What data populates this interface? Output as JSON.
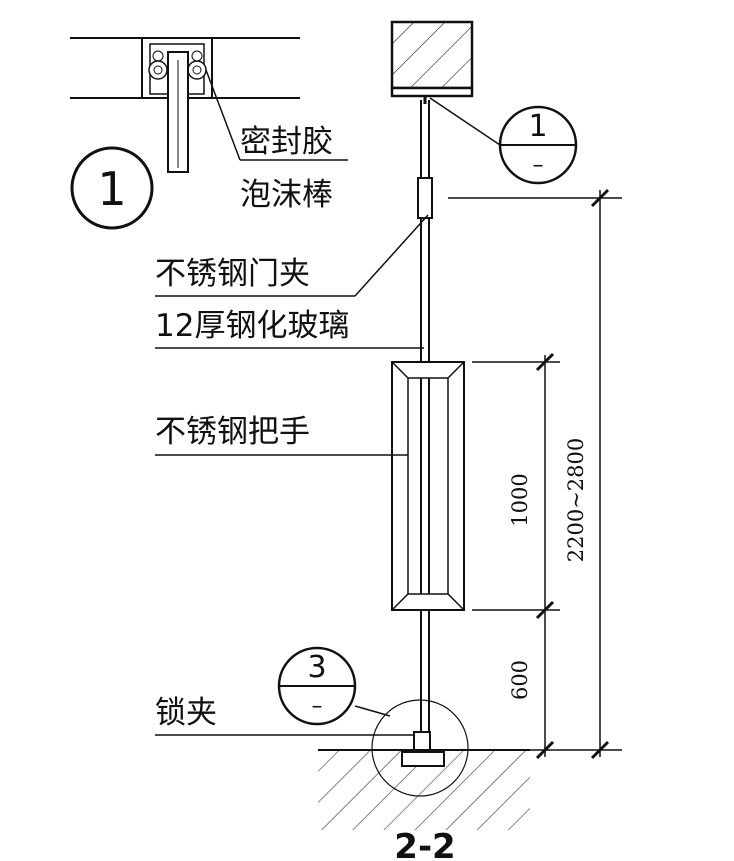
{
  "drawing": {
    "section_title": "2-2",
    "detail_marker": "1",
    "labels": {
      "sealant": "密封胶",
      "foam_rod": "泡沫棒",
      "door_clamp": "不锈钢门夹",
      "glass": "12厚钢化玻璃",
      "handle": "不锈钢把手",
      "lock_clamp": "锁夹"
    },
    "callouts": [
      {
        "number": "1",
        "sheet": "–"
      },
      {
        "number": "3",
        "sheet": "–"
      }
    ],
    "dimensions": {
      "handle_height": "1000",
      "handle_offset": "600",
      "door_height": "2200~2800"
    }
  }
}
